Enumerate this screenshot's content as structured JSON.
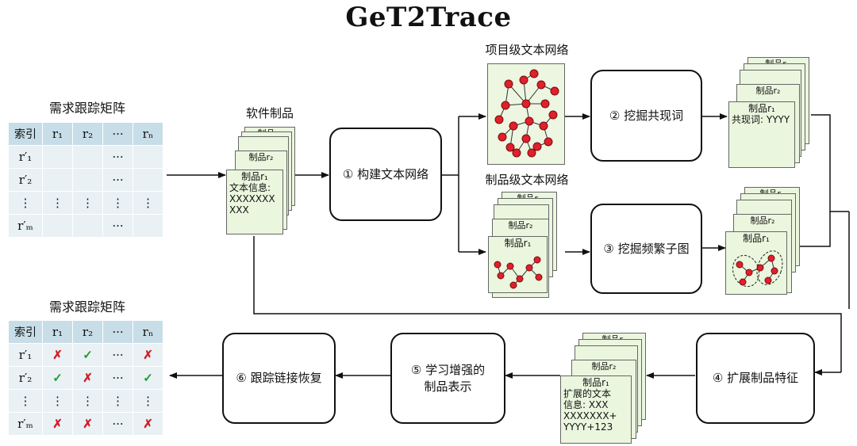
{
  "title": "GeT2Trace",
  "matrix_top": {
    "title": "需求跟踪矩阵",
    "header": [
      "索引",
      "r₁",
      "r₂",
      "···",
      "rₙ"
    ],
    "rows": [
      [
        "r′₁",
        "",
        "",
        "···",
        ""
      ],
      [
        "r′₂",
        "",
        "",
        "···",
        ""
      ],
      [
        "⋮",
        "⋮",
        "⋮",
        "⋮",
        "⋮"
      ],
      [
        "r′ₘ",
        "",
        "",
        "···",
        ""
      ]
    ]
  },
  "matrix_bottom": {
    "title": "需求跟踪矩阵",
    "header": [
      "索引",
      "r₁",
      "r₂",
      "···",
      "rₙ"
    ],
    "rows": [
      [
        "r′₁",
        "✗",
        "✓",
        "···",
        "✗"
      ],
      [
        "r′₂",
        "✓",
        "✗",
        "···",
        "✓"
      ],
      [
        "⋮",
        "⋮",
        "⋮",
        "⋮",
        "⋮"
      ],
      [
        "r′ₘ",
        "✗",
        "✗",
        "···",
        "✗"
      ]
    ]
  },
  "software_artifacts": {
    "label": "软件制品",
    "back_label": "制品rₙ",
    "mid_label": "制品r₂",
    "front_label": "制品r₁",
    "front_text_1": "文本信息:",
    "front_text_2": "XXXXXXX",
    "front_text_3": "XXX"
  },
  "steps": {
    "s1": "① 构建文本网络",
    "s2": "② 挖掘共现词",
    "s3": "③ 挖掘频繁子图",
    "s4": "④ 扩展制品特征",
    "s5_line1": "⑤ 学习增强的",
    "s5_line2": "制品表示",
    "s6": "⑥ 跟踪链接恢复"
  },
  "project_network": {
    "label": "项目级文本网络"
  },
  "artifact_network": {
    "label": "制品级文本网络",
    "back_label": "制品rₙ",
    "mid_label": "制品r₂",
    "front_label": "制品r₁"
  },
  "cooccur_docs": {
    "back_label": "制品rₘ",
    "mid_label": "制品r₂",
    "front_label": "制品r₁",
    "front_text": "共现词: YYYY"
  },
  "subgraph_docs": {
    "back_label": "制品rₙ",
    "mid_label": "制品r₂",
    "front_label": "制品r₁"
  },
  "extended_docs": {
    "back_label": "制品rₙ",
    "mid_label": "制品r₂",
    "front_label": "制品r₁",
    "front_text_1": "扩展的文本",
    "front_text_2": "信息: XXX",
    "front_text_3": "XXXXXXX+",
    "front_text_4": "YYYY+123"
  },
  "colors": {
    "node": "#e0202a",
    "doc_fill": "#eaf6de",
    "matrix_header": "#c7dde7",
    "matrix_cell": "#e9f1f5",
    "check": "#1f9e2f",
    "cross": "#d21f2a"
  },
  "icons": [
    "cross-icon",
    "check-icon",
    "arrow-icon",
    "text-network-graph",
    "subgraph-graph"
  ]
}
